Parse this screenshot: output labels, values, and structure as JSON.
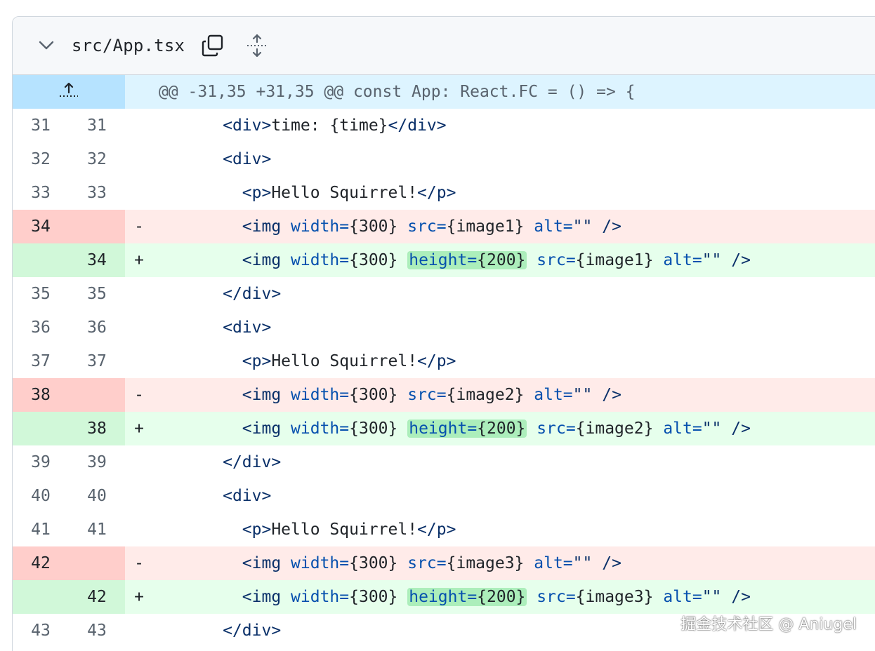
{
  "file": {
    "name": "src/App.tsx",
    "icons": {
      "collapse": "chevron-down-icon",
      "copy": "copy-icon",
      "expand": "unfold-icon",
      "hunk_expand": "expand-up-icon"
    }
  },
  "hunk": {
    "header": "@@ -31,35 +31,35 @@ const App: React.FC = () => {"
  },
  "lines": [
    {
      "type": "ctx",
      "old": "31",
      "new": "31",
      "sign": "",
      "indent": "      ",
      "parts": [
        "<div>",
        "time: {time}",
        "</div>"
      ]
    },
    {
      "type": "ctx",
      "old": "32",
      "new": "32",
      "sign": "",
      "indent": "      ",
      "parts": [
        "<div>"
      ]
    },
    {
      "type": "ctx",
      "old": "33",
      "new": "33",
      "sign": "",
      "indent": "        ",
      "parts": [
        "<p>",
        "Hello Squirrel!",
        "</p>"
      ]
    },
    {
      "type": "del",
      "old": "34",
      "new": "",
      "sign": "-",
      "indent": "        ",
      "parts": [
        "<img width={300} src={image1} alt=\"\" />"
      ]
    },
    {
      "type": "add",
      "old": "",
      "new": "34",
      "sign": "+",
      "indent": "        ",
      "parts": [
        "<img width={300} ",
        "height={200}",
        " src={image1} alt=\"\" />"
      ]
    },
    {
      "type": "ctx",
      "old": "35",
      "new": "35",
      "sign": "",
      "indent": "      ",
      "parts": [
        "</div>"
      ]
    },
    {
      "type": "ctx",
      "old": "36",
      "new": "36",
      "sign": "",
      "indent": "      ",
      "parts": [
        "<div>"
      ]
    },
    {
      "type": "ctx",
      "old": "37",
      "new": "37",
      "sign": "",
      "indent": "        ",
      "parts": [
        "<p>",
        "Hello Squirrel!",
        "</p>"
      ]
    },
    {
      "type": "del",
      "old": "38",
      "new": "",
      "sign": "-",
      "indent": "        ",
      "parts": [
        "<img width={300} src={image2} alt=\"\" />"
      ]
    },
    {
      "type": "add",
      "old": "",
      "new": "38",
      "sign": "+",
      "indent": "        ",
      "parts": [
        "<img width={300} ",
        "height={200}",
        " src={image2} alt=\"\" />"
      ]
    },
    {
      "type": "ctx",
      "old": "39",
      "new": "39",
      "sign": "",
      "indent": "      ",
      "parts": [
        "</div>"
      ]
    },
    {
      "type": "ctx",
      "old": "40",
      "new": "40",
      "sign": "",
      "indent": "      ",
      "parts": [
        "<div>"
      ]
    },
    {
      "type": "ctx",
      "old": "41",
      "new": "41",
      "sign": "",
      "indent": "        ",
      "parts": [
        "<p>",
        "Hello Squirrel!",
        "</p>"
      ]
    },
    {
      "type": "del",
      "old": "42",
      "new": "",
      "sign": "-",
      "indent": "        ",
      "parts": [
        "<img width={300} src={image3} alt=\"\" />"
      ]
    },
    {
      "type": "add",
      "old": "",
      "new": "42",
      "sign": "+",
      "indent": "        ",
      "parts": [
        "<img width={300} ",
        "height={200}",
        " src={image3} alt=\"\" />"
      ]
    },
    {
      "type": "ctx",
      "old": "43",
      "new": "43",
      "sign": "",
      "indent": "      ",
      "parts": [
        "</div>"
      ]
    }
  ],
  "watermark": "掘金技术社区 @ Aniugel",
  "colors": {
    "deletion_bg": "#ffebe9",
    "deletion_num_bg": "#ffcecb",
    "addition_bg": "#e6ffec",
    "addition_num_bg": "#d1f8d9",
    "hunk_bg": "#ddf4ff",
    "word_highlight": "#aceebb"
  }
}
